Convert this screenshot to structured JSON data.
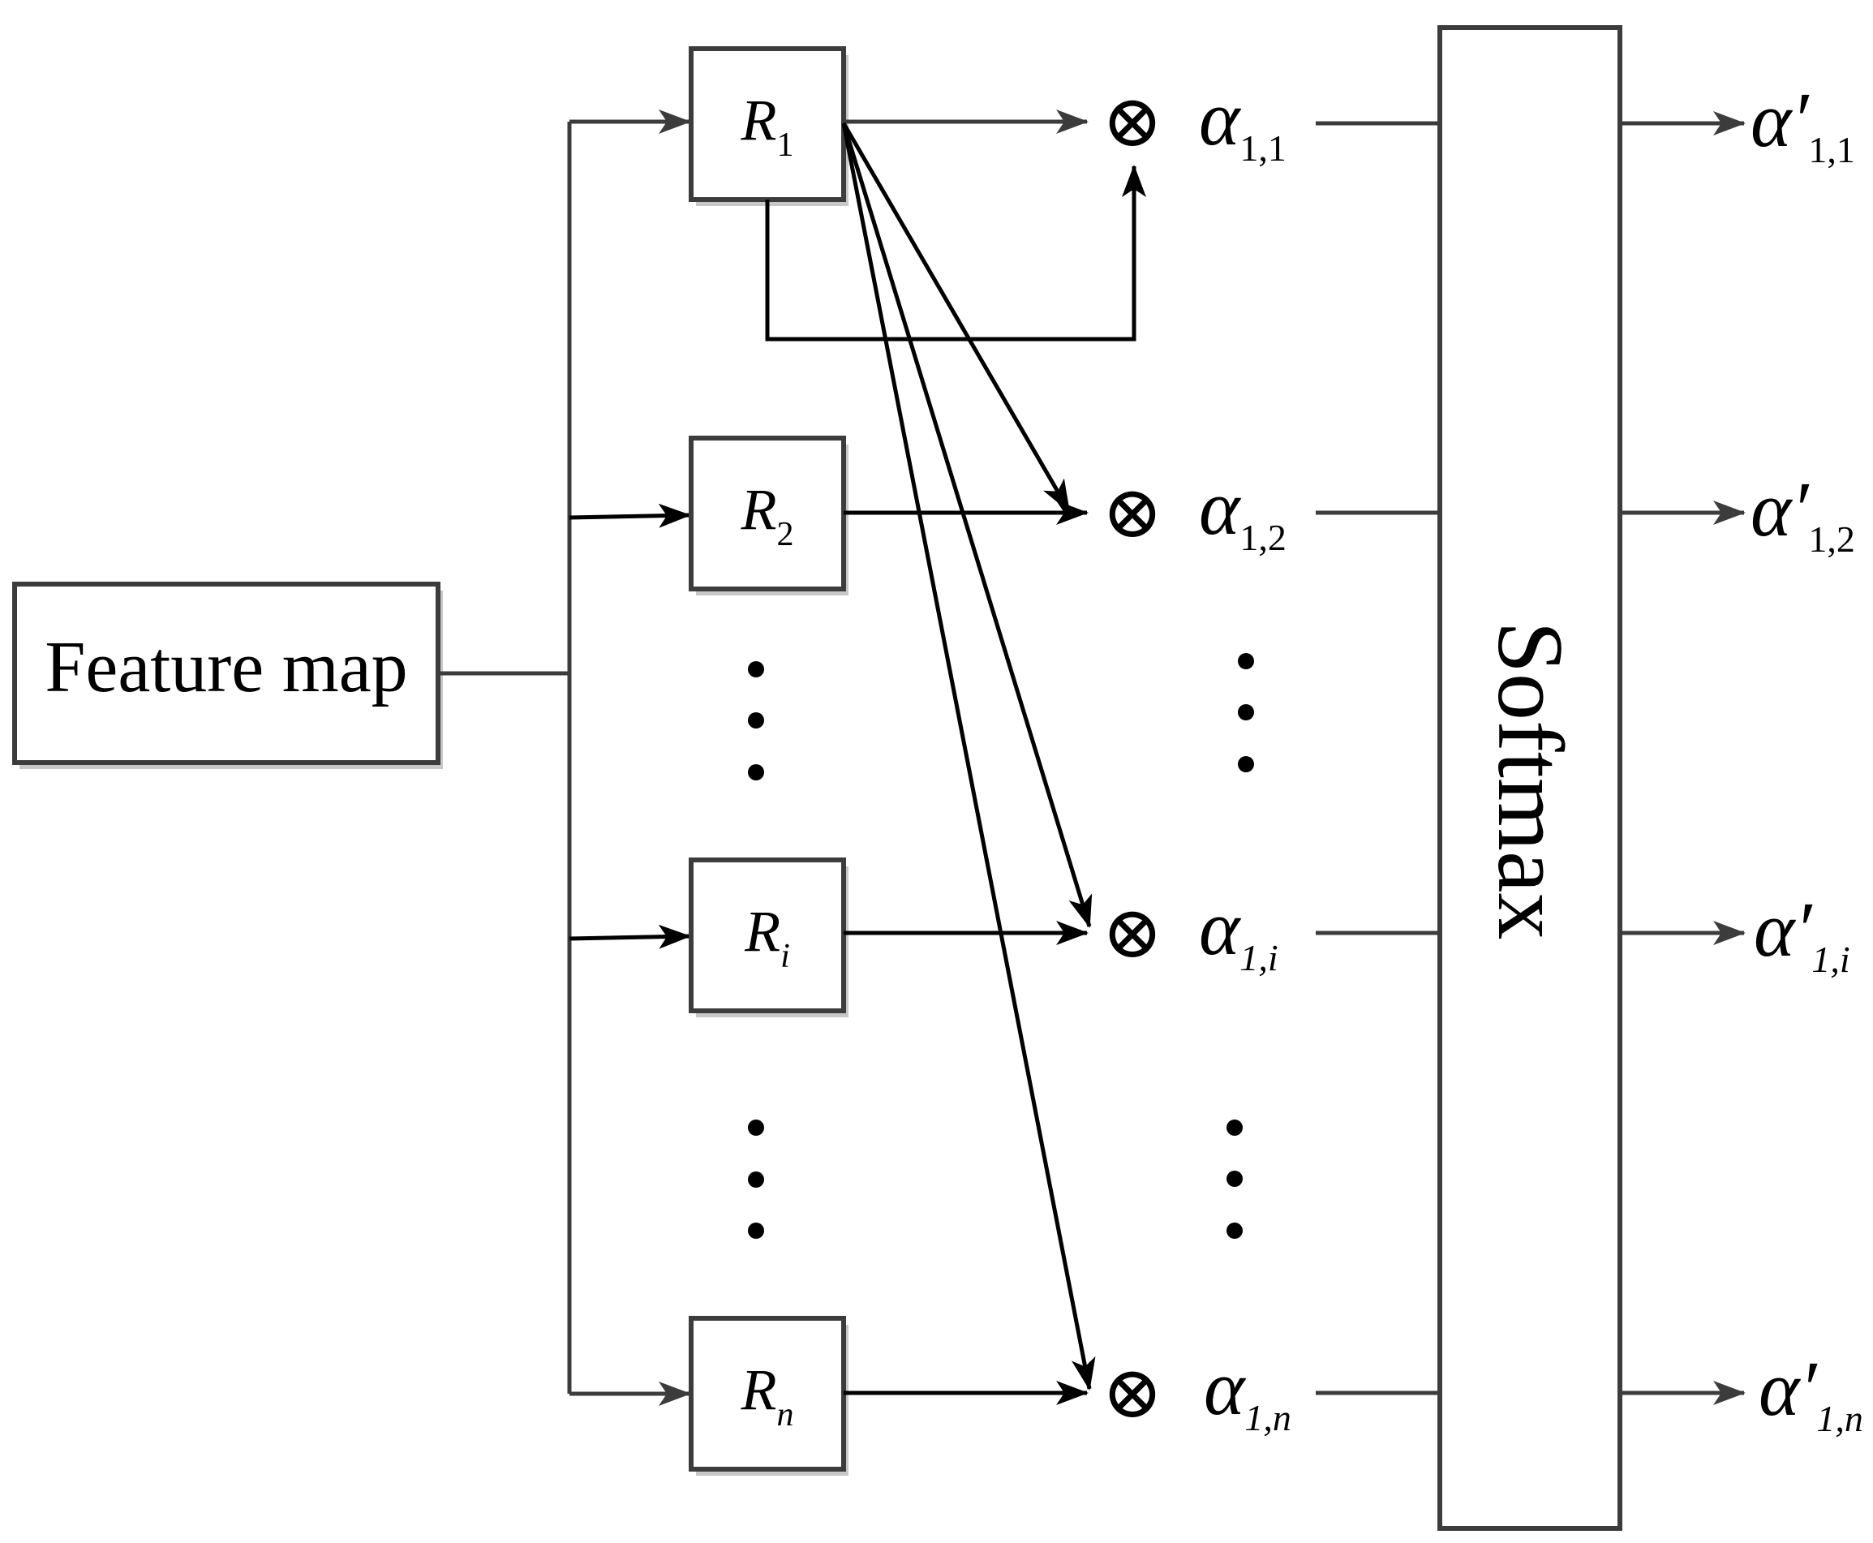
{
  "feature_map": {
    "label": "Feature map"
  },
  "softmax": {
    "label": "Softmax"
  },
  "r_boxes": [
    {
      "base": "R",
      "sub": "1"
    },
    {
      "base": "R",
      "sub": "2"
    },
    {
      "base": "R",
      "sub": "i"
    },
    {
      "base": "R",
      "sub": "n"
    }
  ],
  "alphas": [
    {
      "base": "α",
      "sub": "1,1"
    },
    {
      "base": "α",
      "sub": "1,2"
    },
    {
      "base": "α",
      "sub": "1,i"
    },
    {
      "base": "α",
      "sub": "1,n"
    }
  ],
  "alpha_primes": [
    {
      "base": "α′",
      "sub": "1,1"
    },
    {
      "base": "α′",
      "sub": "1,2"
    },
    {
      "base": "α′",
      "sub": "1,i"
    },
    {
      "base": "α′",
      "sub": "1,n"
    }
  ],
  "operator_symbol": "⊗"
}
